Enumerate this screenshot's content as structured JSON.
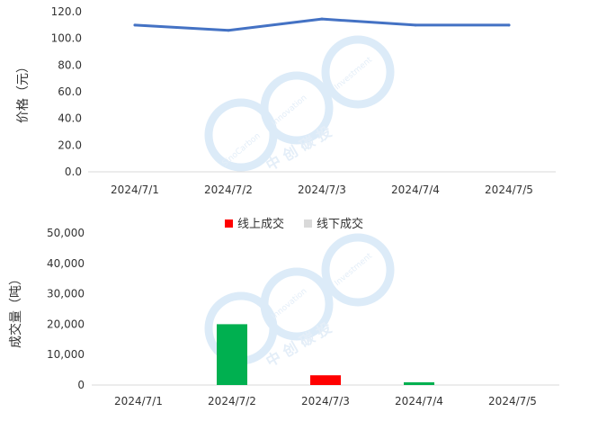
{
  "chart_data": [
    {
      "type": "line",
      "categories": [
        "2024/7/1",
        "2024/7/2",
        "2024/7/3",
        "2024/7/4",
        "2024/7/5"
      ],
      "series": [
        {
          "values": [
            110.0,
            106.0,
            114.5,
            110.0,
            110.0
          ],
          "color": "#4472C4"
        }
      ],
      "ylabel": "价格（元）",
      "ylim": [
        0,
        120
      ],
      "yticks": [
        "0.0",
        "20.0",
        "40.0",
        "60.0",
        "80.0",
        "100.0",
        "120.0"
      ],
      "grid": false,
      "legend": "none"
    },
    {
      "type": "bar",
      "categories": [
        "2024/7/1",
        "2024/7/2",
        "2024/7/3",
        "2024/7/4",
        "2024/7/5"
      ],
      "bars": [
        {
          "category": "2024/7/1",
          "value": 0,
          "color": "#00B050"
        },
        {
          "category": "2024/7/2",
          "value": 20000,
          "color": "#00B050"
        },
        {
          "category": "2024/7/3",
          "value": 3200,
          "color": "#FF0000"
        },
        {
          "category": "2024/7/4",
          "value": 900,
          "color": "#00B050"
        },
        {
          "category": "2024/7/5",
          "value": 0,
          "color": "#00B050"
        }
      ],
      "legend_items": [
        {
          "name": "线上成交",
          "color": "#FF0000"
        },
        {
          "name": "线下成交",
          "color": "#D9D9D9"
        }
      ],
      "ylabel": "成交量（吨）",
      "ylim": [
        0,
        50000
      ],
      "yticks": [
        "0",
        "10,000",
        "20,000",
        "30,000",
        "40,000",
        "50,000"
      ],
      "grid": false,
      "legend": "top"
    }
  ],
  "watermark": {
    "ring_color": "#DCEBF8",
    "text_color": "#E4EEF8",
    "brand_text": "中 创 碳 投",
    "arc_text_1": "SinoCarbon",
    "arc_text_2": "Innovation",
    "arc_text_3": "Investment"
  }
}
